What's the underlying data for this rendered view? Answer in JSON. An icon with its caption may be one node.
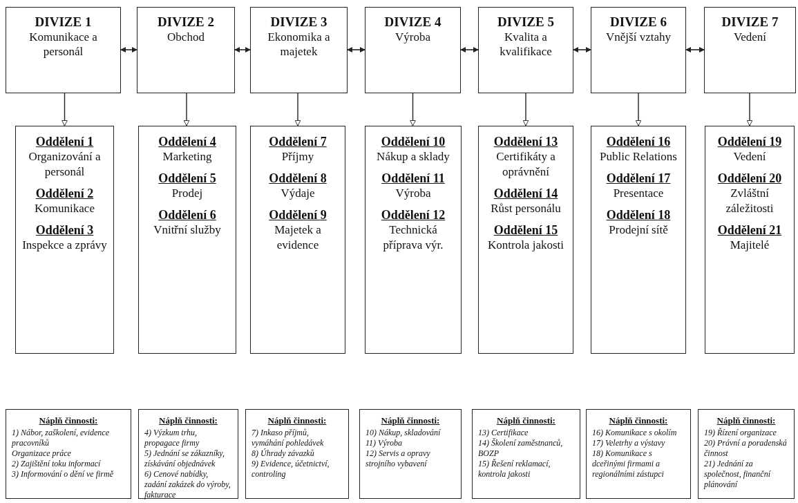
{
  "diagram": {
    "nodes": [
      {
        "text": [
          "DIVIZE 1",
          "Komunikace a personál"
        ]
      },
      {
        "text": [
          "DIVIZE 2",
          "Obchod"
        ]
      },
      {
        "text": [
          "DIVIZE 3",
          "Ekonomika a majetek"
        ]
      },
      {
        "text": [
          "DIVIZE 4",
          "Výroba"
        ]
      },
      {
        "text": [
          "DIVIZE 5",
          "Kvalita a kvalifikace"
        ]
      },
      {
        "text": [
          "DIVIZE 6",
          "Vnější vztahy"
        ]
      },
      {
        "text": [
          "DIVIZE 7",
          "Vedení"
        ]
      },
      {
        "text": [
          "Oddělení 1",
          "Organizování a personál",
          "Oddělení 2",
          "Komunikace",
          "Oddělení 3",
          "Inspekce a zprávy"
        ]
      },
      {
        "text": [
          "Oddělení 4",
          "Marketing",
          "Oddělení 5",
          "Prodej",
          "Oddělení 6",
          "Vnitřní služby"
        ]
      },
      {
        "text": [
          "Oddělení 7",
          "Příjmy",
          "Oddělení 8",
          "Výdaje",
          "Oddělení 9",
          "Majetek a evidence"
        ]
      },
      {
        "text": [
          "Oddělení 10",
          "Nákup a sklady",
          "Oddělení 11",
          "Výroba",
          "Oddělení 12",
          "Technická příprava výr."
        ]
      },
      {
        "text": [
          "Oddělení 13",
          "Certifikáty a oprávnění",
          "Oddělení 14",
          "Růst personálu",
          "Oddělení 15",
          "Kontrola jakosti"
        ]
      },
      {
        "text": [
          "Oddělení 16",
          "Public Relations",
          "Oddělení 17",
          "Presentace",
          "Oddělení 18",
          "Prodejní sítě"
        ]
      },
      {
        "text": [
          "Oddělení 19",
          "Vedení",
          "Oddělení 20",
          "Zvláštní záležitosti",
          "Oddělení 21",
          "Majitelé"
        ]
      },
      {
        "text": [
          "Náplň činnosti:",
          "1) Nábor, zaškolení, evidence pracovníků",
          "Organizace práce",
          "2) Zajištění toku informací",
          "3) Informování o dění ve firmě"
        ]
      },
      {
        "text": [
          "Náplň činnosti:",
          "4) Výzkum trhu, propagace firmy",
          "5) Jednání se zákazníky, získávání objednávek",
          "6) Cenové nabídky, zadání zakázek do výroby, fakturace"
        ]
      },
      {
        "text": [
          "Náplň činnosti:",
          "7) Inkaso příjmů, vymáhání pohledávek",
          "8) Úhrady závazků",
          "9) Evidence, účetnictví, controling"
        ]
      },
      {
        "text": [
          "Náplň činnosti:",
          "10) Nákup, skladování",
          "11) Výroba",
          "12) Servis a opravy strojního vybavení"
        ]
      },
      {
        "text": [
          "Náplň činnosti:",
          "13) Certifikace",
          "14) Školení zaměstnanců, BOZP",
          "15) Řešení reklamací, kontrola jakosti"
        ]
      },
      {
        "text": [
          "Náplň činnosti:",
          "16) Komunikace s okolím",
          "17) Veletrhy a výstavy",
          "18) Komunikace s dceřinými firmami a regionálními zástupci"
        ]
      },
      {
        "text": [
          "Náplň činnosti:",
          "19) Řízení organizace",
          "20) Právní a poradenská činnost",
          "21) Jednání za společnost, finanční plánování"
        ]
      }
    ],
    "edges": [
      {
        "from": 0,
        "to": 1,
        "arrow": "both"
      },
      {
        "from": 1,
        "to": 2,
        "arrow": "both"
      },
      {
        "from": 2,
        "to": 3,
        "arrow": "both"
      },
      {
        "from": 3,
        "to": 4,
        "arrow": "both"
      },
      {
        "from": 4,
        "to": 5,
        "arrow": "both"
      },
      {
        "from": 5,
        "to": 6,
        "arrow": "both"
      },
      {
        "from": 0,
        "to": 7,
        "arrow": "to"
      },
      {
        "from": 1,
        "to": 8,
        "arrow": "to"
      },
      {
        "from": 2,
        "to": 9,
        "arrow": "to"
      },
      {
        "from": 3,
        "to": 10,
        "arrow": "to"
      },
      {
        "from": 4,
        "to": 11,
        "arrow": "to"
      },
      {
        "from": 5,
        "to": 12,
        "arrow": "to"
      },
      {
        "from": 6,
        "to": 13,
        "arrow": "to"
      }
    ]
  }
}
